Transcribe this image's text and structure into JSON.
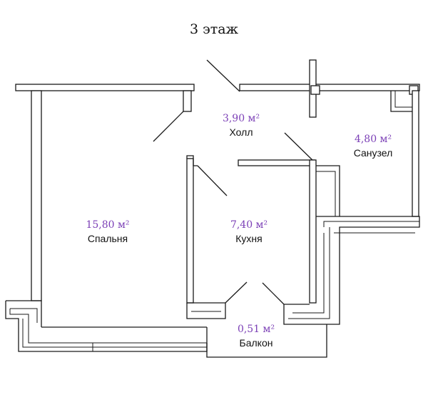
{
  "title": "3 этаж",
  "colors": {
    "area": "#7b3fb6",
    "wall": "#1a1a1a"
  },
  "rooms": {
    "bedroom": {
      "area": "15,80 м²",
      "name": "Спальня"
    },
    "hall": {
      "area": "3,90 м²",
      "name": "Холл"
    },
    "bathroom": {
      "area": "4,80 м²",
      "name": "Санузел"
    },
    "kitchen": {
      "area": "7,40 м²",
      "name": "Кухня"
    },
    "balcony": {
      "area": "0,51 м²",
      "name": "Балкон"
    }
  }
}
